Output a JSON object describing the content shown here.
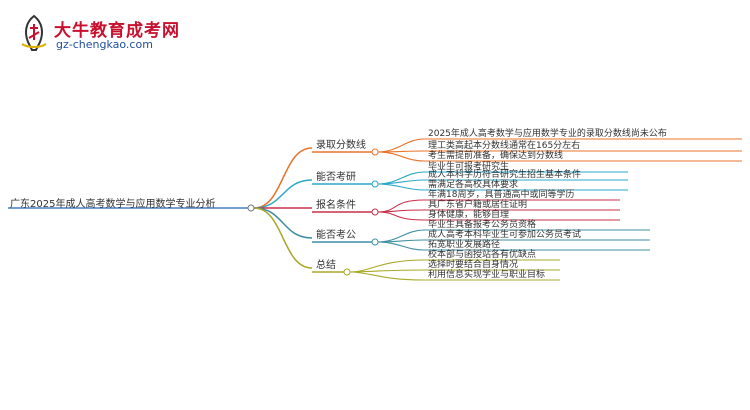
{
  "header": {
    "brand_title": "大牛教育成考网",
    "brand_url": "gz-chengkao.com"
  },
  "mindmap": {
    "root": "广东2025年成人高考数学与应用数学专业分析",
    "branches": [
      {
        "label": "录取分数线",
        "color": "#e8742a",
        "items": [
          "2025年成人高考数学与应用数学专业的录取分数线尚未公布",
          "理工类高起本分数线通常在165分左右",
          "考生需提前准备，确保达到分数线"
        ]
      },
      {
        "label": "能否考研",
        "color": "#2aa8c9",
        "items": [
          "毕业生可报考研究生",
          "成人本科学历符合研究生招生基本条件",
          "需满足各高校具体要求"
        ]
      },
      {
        "label": "报名条件",
        "color": "#c9304a",
        "items": [
          "年满18周岁，具普通高中或同等学历",
          "具广东省户籍或居住证明",
          "身体健康，能够自理"
        ]
      },
      {
        "label": "能否考公",
        "color": "#3f8fa3",
        "items": [
          "毕业生具备报考公务员资格",
          "成人高考本科毕业生可参加公务员考试",
          "拓宽职业发展路径"
        ]
      },
      {
        "label": "总结",
        "color": "#a8a828",
        "items": [
          "校本部与函授站各有优缺点",
          "选择时要结合自身情况",
          "利用信息实现学业与职业目标"
        ]
      }
    ]
  }
}
